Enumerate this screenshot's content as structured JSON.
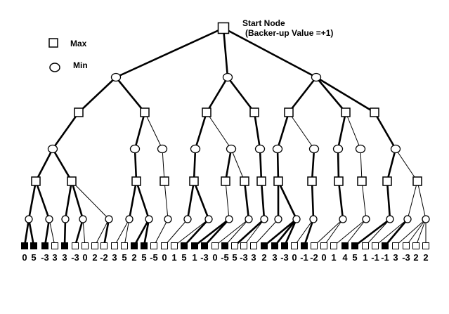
{
  "title": {
    "line1": "Start Node",
    "line2": "(Backer-up Value =+1)"
  },
  "legend": [
    {
      "symbol": "square",
      "label": "Max"
    },
    {
      "symbol": "circle",
      "label": "Min"
    }
  ],
  "leaf_values": [
    "0",
    "5",
    "-3",
    "3",
    "3",
    "-3",
    "0",
    "2",
    "-2",
    "3",
    "5",
    "2",
    "5",
    "-5",
    "0",
    "1",
    "5",
    "1",
    "-3",
    "0",
    "-5",
    "5",
    "-3",
    "3",
    "2",
    "3",
    "-3",
    "0",
    "-1",
    "-2",
    "0",
    "1",
    "4",
    "5",
    "1",
    "-1",
    "-1",
    "3",
    "-3",
    "2",
    "2"
  ],
  "leaf_filled": [
    true,
    true,
    true,
    false,
    true,
    false,
    false,
    false,
    false,
    false,
    false,
    true,
    true,
    false,
    false,
    false,
    true,
    true,
    true,
    false,
    true,
    false,
    false,
    false,
    true,
    true,
    true,
    false,
    true,
    false,
    false,
    false,
    true,
    true,
    false,
    false,
    true,
    false,
    false,
    false,
    false
  ],
  "colors": {
    "ink": "#000000",
    "paper": "#ffffff"
  }
}
